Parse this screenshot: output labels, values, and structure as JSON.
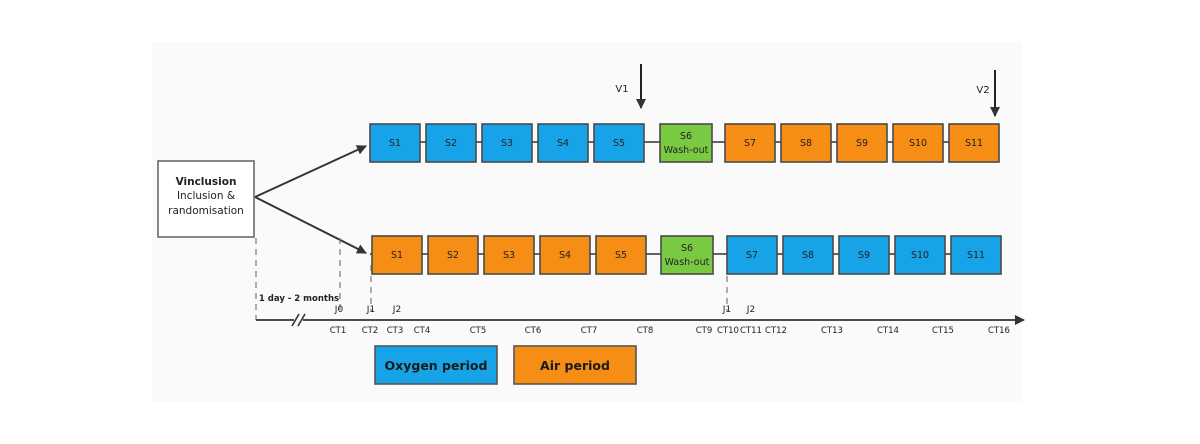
{
  "colors": {
    "oxygen": "#17a3e8",
    "air": "#f68d15",
    "washout": "#7ac943",
    "line": "#333333"
  },
  "inclusion": {
    "title": "Vinclusion",
    "line1": "Inclusion &",
    "line2": "randomisation"
  },
  "visits": {
    "v1": "V1",
    "v2": "V2"
  },
  "arm1": {
    "sessions": [
      {
        "label": "S1",
        "type": "oxygen"
      },
      {
        "label": "S2",
        "type": "oxygen"
      },
      {
        "label": "S3",
        "type": "oxygen"
      },
      {
        "label": "S4",
        "type": "oxygen"
      },
      {
        "label": "S5",
        "type": "oxygen"
      },
      {
        "label": "S6",
        "sub": "Wash-out",
        "type": "washout"
      },
      {
        "label": "S7",
        "type": "air"
      },
      {
        "label": "S8",
        "type": "air"
      },
      {
        "label": "S9",
        "type": "air"
      },
      {
        "label": "S10",
        "type": "air"
      },
      {
        "label": "S11",
        "type": "air"
      }
    ]
  },
  "arm2": {
    "sessions": [
      {
        "label": "S1",
        "type": "air"
      },
      {
        "label": "S2",
        "type": "air"
      },
      {
        "label": "S3",
        "type": "air"
      },
      {
        "label": "S4",
        "type": "air"
      },
      {
        "label": "S5",
        "type": "air"
      },
      {
        "label": "S6",
        "sub": "Wash-out",
        "type": "washout"
      },
      {
        "label": "S7",
        "type": "oxygen"
      },
      {
        "label": "S8",
        "type": "oxygen"
      },
      {
        "label": "S9",
        "type": "oxygen"
      },
      {
        "label": "S10",
        "type": "oxygen"
      },
      {
        "label": "S11",
        "type": "oxygen"
      }
    ]
  },
  "timeline": {
    "interval": "1 day - 2 months",
    "days": [
      "J0",
      "J1",
      "J2",
      "J1",
      "J2"
    ],
    "ct": [
      "CT1",
      "CT2",
      "CT3",
      "CT4",
      "CT5",
      "CT6",
      "CT7",
      "CT8",
      "CT9",
      "CT10",
      "CT11",
      "CT12",
      "CT13",
      "CT14",
      "CT15",
      "CT16"
    ]
  },
  "legend": {
    "oxygen": "Oxygen period",
    "air": "Air period"
  }
}
